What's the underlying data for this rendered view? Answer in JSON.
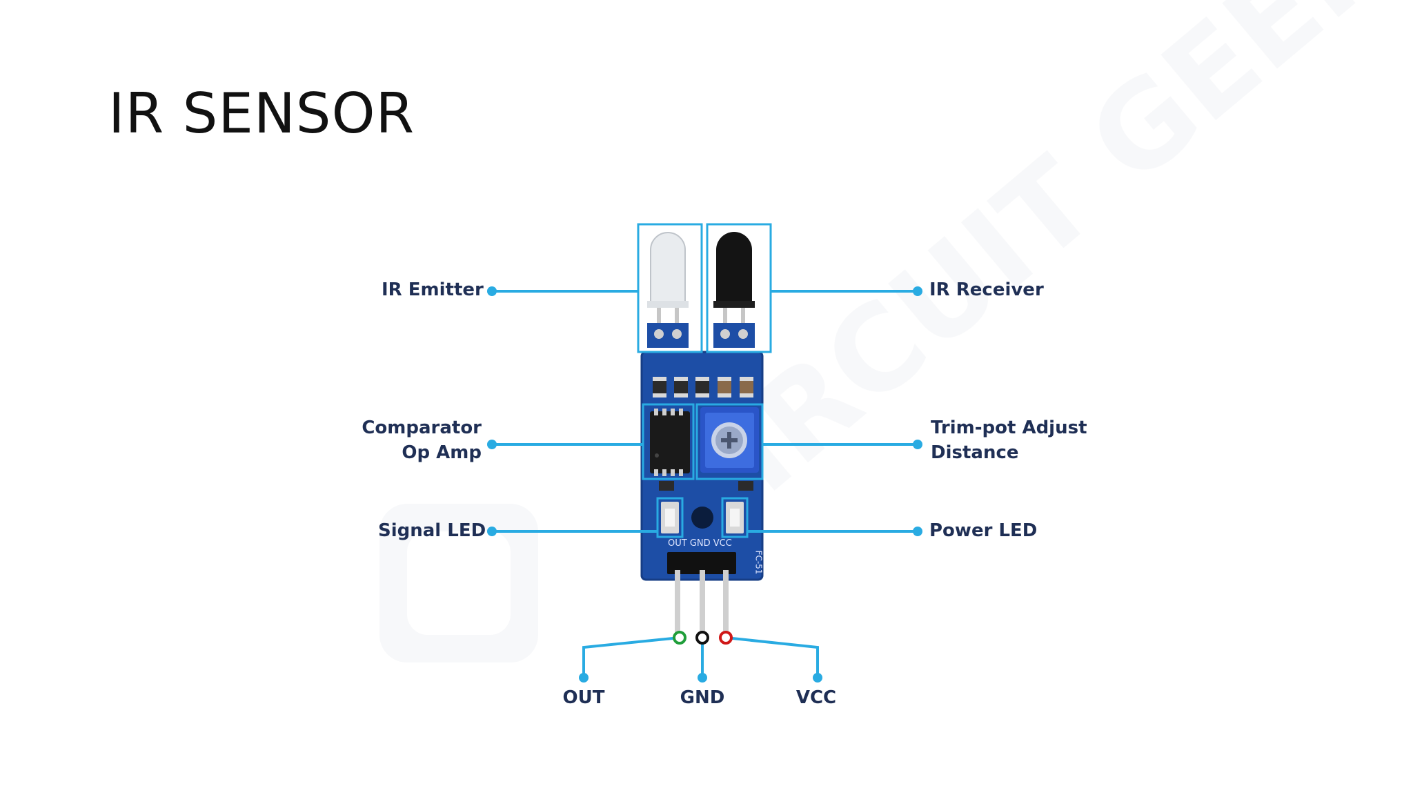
{
  "slide": {
    "title": "IR SENSOR"
  },
  "diagram": {
    "labels": {
      "ir_emitter": "IR Emitter",
      "ir_receiver": "IR Receiver",
      "comparator_line1": "Comparator",
      "comparator_line2": "Op Amp",
      "trimpot_line1": "Trim-pot Adjust",
      "trimpot_line2": "Distance",
      "signal_led": "Signal LED",
      "power_led": "Power LED",
      "out": "OUT",
      "gnd": "GND",
      "vcc": "VCC"
    },
    "board_silkscreen": {
      "pins": "OUT GND VCC",
      "model": "FC-51"
    },
    "watermark": "CIRCUIT GEEKS"
  },
  "colors": {
    "callout": "#29abe2",
    "label_text": "#1f2f55",
    "board": "#1d4ea6",
    "board_dark": "#163d85",
    "out_pin": "#1f9e3a",
    "gnd_pin": "#111111",
    "vcc_pin": "#d01818"
  }
}
